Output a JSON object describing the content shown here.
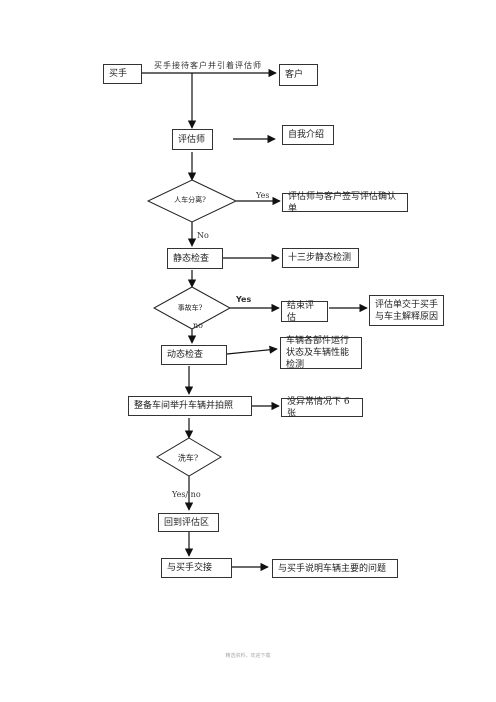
{
  "nodes": {
    "buyer": "买手",
    "customer": "客户",
    "appraiser": "评估师",
    "self_intro": "自我介绍",
    "decision_buy_sell": "人车分离?",
    "confirm_sheet": "评估师与客户签写评估确认单",
    "static_check": "静态检查",
    "thirteen_steps": "十三步静态检测",
    "decision_accident": "事故车?",
    "end_appraisal": "结束评估",
    "hand_over_sheet": "评估单交于买手与车主解释原因",
    "dynamic_check": "动态检查",
    "dynamic_detail": "车辆各部件运行状态及车辆性能检测",
    "lift_photo": "整备车间举升车辆并拍照",
    "photo_count": "没异常情况下 6 张",
    "decision_wash": "洗车?",
    "return_area": "回到评估区",
    "handover_buyer": "与买手交接",
    "explain_problems": "与买手说明车辆主要的问题"
  },
  "edge_labels": {
    "buyer_to_customer": "买手接待客户并引着评估师",
    "yes1": "Yes",
    "no1": "No",
    "yes2": "Yes",
    "no2": "no",
    "wash_yes_no": "Yes/  no"
  },
  "footer": "精选资料，欢迎下载"
}
